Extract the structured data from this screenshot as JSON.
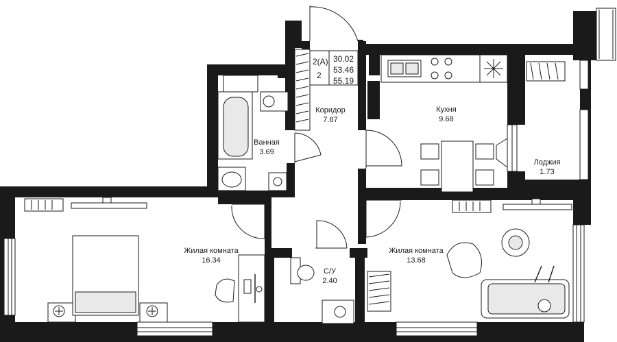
{
  "apartment_tag": {
    "type_code": "2(A)",
    "rooms_count": "2",
    "areas": [
      "30.02",
      "53.46",
      "55.19"
    ]
  },
  "rooms": {
    "corridor": {
      "name": "Коридор",
      "area": "7.67"
    },
    "bathroom": {
      "name": "Ванная",
      "area": "3.69"
    },
    "kitchen": {
      "name": "Кухня",
      "area": "9.68"
    },
    "loggia": {
      "name": "Лоджия",
      "area": "1.73"
    },
    "living_1": {
      "name": "Жилая комната",
      "area": "16.34"
    },
    "living_2": {
      "name": "Жилая комната",
      "area": "13.68"
    },
    "wc": {
      "name": "С/У",
      "area": "2.40"
    }
  },
  "colors": {
    "wall": "#1a1a1a",
    "background": "#ffffff",
    "furniture_fill": "#e9e9e9"
  }
}
